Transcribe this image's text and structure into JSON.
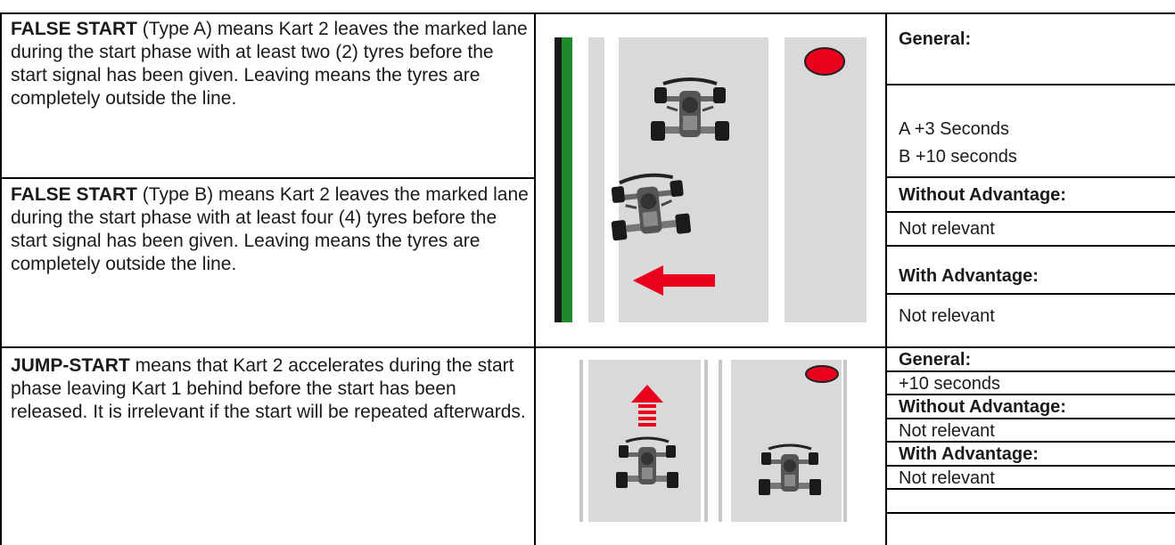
{
  "rows": [
    {
      "desc_parts": [
        {
          "bold": true,
          "text": "FALSE START"
        },
        {
          "bold": false,
          "text": " (Type A) means Kart 2 leaves the marked lane during the start phase with at least two (2) tyres before the start signal has been given. Leaving means the tyres are completely outside the line."
        }
      ]
    },
    {
      "desc_parts": [
        {
          "bold": true,
          "text": "FALSE START"
        },
        {
          "bold": false,
          "text": " (Type B) means Kart 2 leaves the marked lane during the start phase with at least four (4) tyres before the start signal has been given. Leaving means the tyres are completely outside the line."
        }
      ]
    },
    {
      "desc_parts": [
        {
          "bold": true,
          "text": "JUMP-START"
        },
        {
          "bold": false,
          "text": " means that Kart 2 accelerates during the start phase leaving Kart 1 behind before the start has been released. It is irrelevant if the start will be repeated afterwards."
        }
      ]
    }
  ],
  "penalties_1": {
    "general_label": "General:",
    "general_a": "A +3 Seconds",
    "general_b": "B +10 seconds",
    "without_label": "Without Advantage:",
    "without_value": "Not relevant",
    "with_label": "With Advantage:",
    "with_value": "Not relevant"
  },
  "penalties_2": {
    "general_label": "General:",
    "general_value": "+10 seconds",
    "without_label": "Without Advantage:",
    "without_value": "Not relevant",
    "with_label": "With Advantage:",
    "with_value": "Not relevant"
  },
  "colors": {
    "track_grey": "#d9d9d9",
    "lane_white": "#ffffff",
    "flag_red": "#e8001c",
    "edge_green": "#1f8a2c",
    "grid_black": "#000000"
  },
  "icons": [
    "kart-icon",
    "red-light-icon",
    "left-arrow-icon",
    "up-arrow-icon"
  ]
}
